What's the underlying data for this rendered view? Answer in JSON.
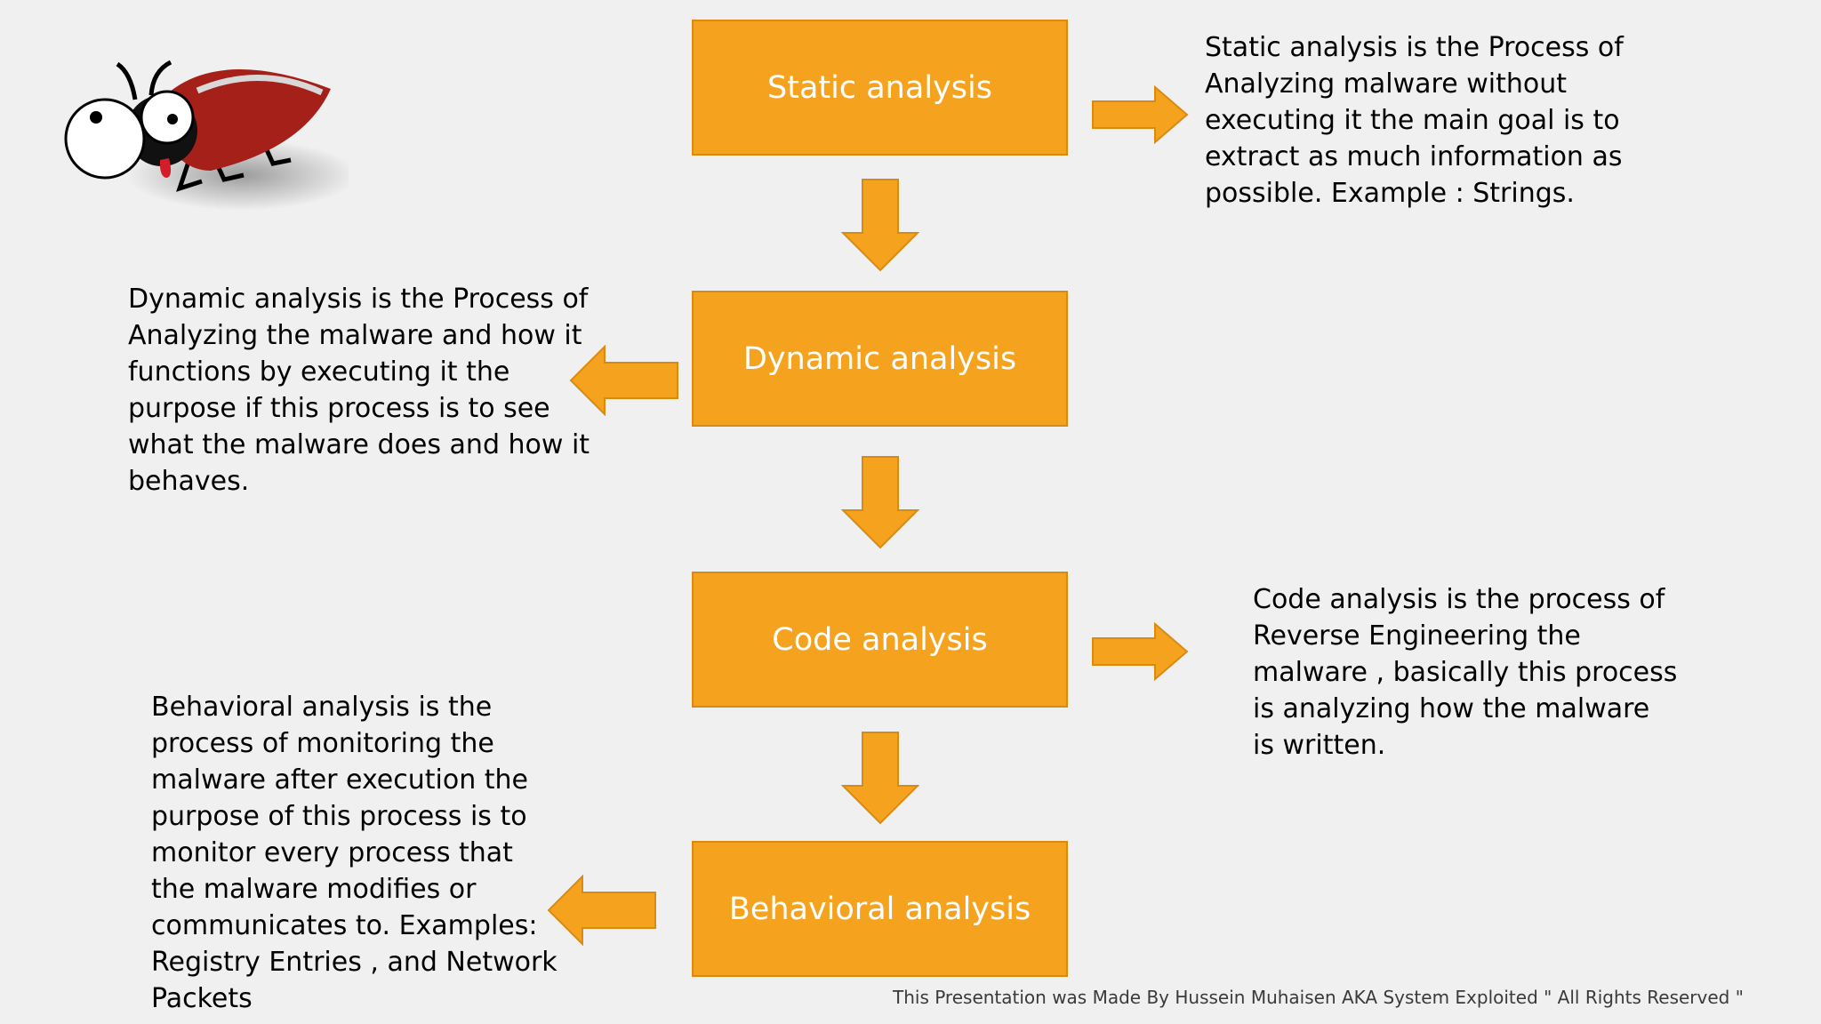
{
  "steps": {
    "static": {
      "label": "Static analysis",
      "description": "Static analysis is the Process of\nAnalyzing malware without\nexecuting it the main goal is to\nextract as much information as\npossible. Example : Strings."
    },
    "dynamic": {
      "label": "Dynamic analysis",
      "description": "Dynamic analysis is the Process  of\nAnalyzing the malware and how it\nfunctions by executing it the\npurpose if this process  is to see\nwhat the malware does and how it\nbehaves."
    },
    "code": {
      "label": "Code analysis",
      "description": "Code analysis is the process of\nReverse Engineering the\nmalware , basically this process\nis analyzing how the malware\nis written."
    },
    "behavioral": {
      "label": "Behavioral analysis",
      "description": "Behavioral analysis is the\nprocess of monitoring the\nmalware after execution the\npurpose of this process  is to\nmonitor every process that\nthe malware modifies or\ncommunicates to. Examples:\nRegistry Entries , and Network\nPackets"
    }
  },
  "footer": "This Presentation was Made By Hussein  Muhaisen  AKA System Exploited \" All Rights Reserved \"",
  "colors": {
    "box_fill": "#f5a31f",
    "arrow_fill": "#f5a31f",
    "box_text": "#ffffff",
    "background": "#f0f0f0"
  },
  "icons": {
    "mascot": "ladybug-icon",
    "flow_arrow": "block-arrow-icon"
  }
}
